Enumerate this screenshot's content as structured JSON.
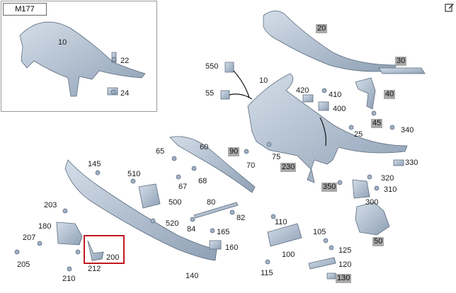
{
  "inset": {
    "label": "M177"
  },
  "callouts": {
    "c10a": "10",
    "c22": "22",
    "c24": "24",
    "c20": "20",
    "c30": "30",
    "c40": "40",
    "c45": "45",
    "c50": "50",
    "c550": "550",
    "c55": "55",
    "c10b": "10",
    "c420": "420",
    "c410": "410",
    "c400": "400",
    "c25": "25",
    "c340": "340",
    "c90": "90",
    "c75": "75",
    "c70": "70",
    "c230": "230",
    "c330": "330",
    "c320": "320",
    "c350": "350",
    "c310": "310",
    "c300": "300",
    "c65": "65",
    "c60": "60",
    "c145": "145",
    "c510": "510",
    "c67": "67",
    "c68": "68",
    "c500": "500",
    "c80": "80",
    "c82": "82",
    "c84": "84",
    "c520": "520",
    "c165": "165",
    "c110": "110",
    "c105": "105",
    "c203": "203",
    "c180": "180",
    "c207": "207",
    "c205": "205",
    "c210": "210",
    "c212": "212",
    "c200": "200",
    "c160": "160",
    "c140": "140",
    "c100": "100",
    "c125": "125",
    "c120": "120",
    "c115": "115",
    "c130": "130"
  },
  "colors": {
    "part_fill": "#b7c4d3",
    "part_stroke": "#5b6b7e",
    "highlight": "#c0191f",
    "tag_fill": "#a9a9a9"
  },
  "icons": {
    "edit": "edit-icon"
  }
}
